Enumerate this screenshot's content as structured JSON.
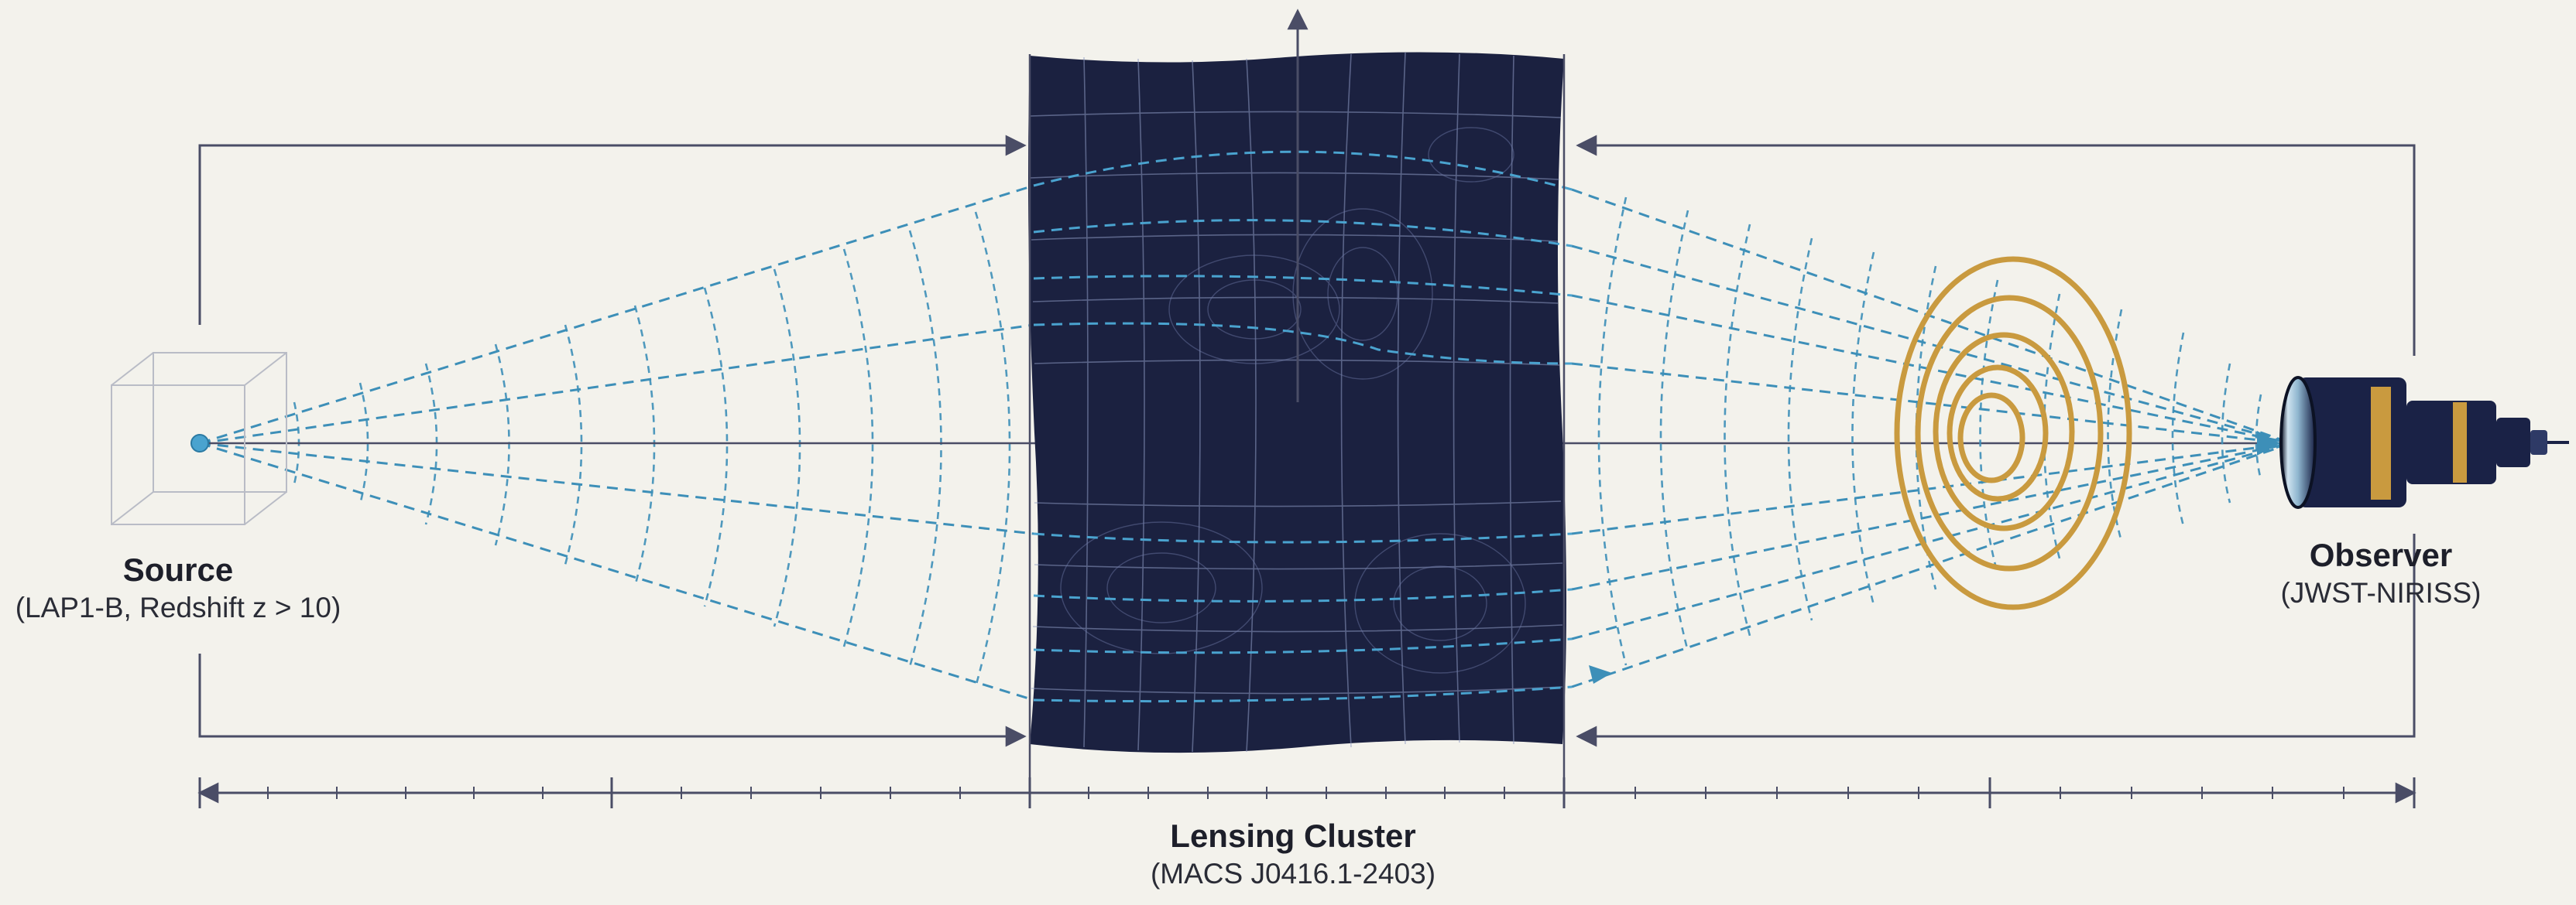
{
  "source": {
    "title": "Source",
    "subtitle": "(LAP1-B, Redshift z > 10)"
  },
  "cluster": {
    "title": "Lensing Cluster",
    "subtitle": "(MACS J0416.1-2403)"
  },
  "observer": {
    "title": "Observer",
    "subtitle": "(JWST-NIRISS)"
  },
  "colors": {
    "background": "#f3f2ec",
    "line": "#4a4d66",
    "ray": "#3d8fb8",
    "cluster_fill": "#1b2140",
    "cluster_grid": "#8f9bc4",
    "rings": "#c99a3f",
    "telescope_body": "#1a2246",
    "telescope_band": "#c99a3f"
  },
  "icons": {
    "source": "wireframe-cube-icon",
    "observer": "telescope-icon"
  }
}
